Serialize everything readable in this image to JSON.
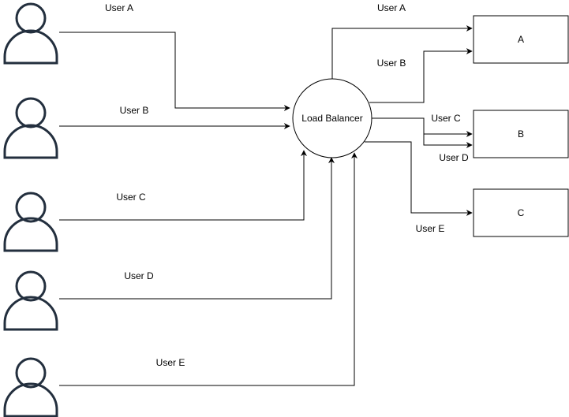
{
  "load_balancer": {
    "label": "Load Balancer"
  },
  "users": [
    {
      "id": "user-a",
      "edge_label": "User A"
    },
    {
      "id": "user-b",
      "edge_label": "User B"
    },
    {
      "id": "user-c",
      "edge_label": "User C"
    },
    {
      "id": "user-d",
      "edge_label": "User D"
    },
    {
      "id": "user-e",
      "edge_label": "User E"
    }
  ],
  "servers": [
    {
      "id": "server-a",
      "label": "A"
    },
    {
      "id": "server-b",
      "label": "B"
    },
    {
      "id": "server-c",
      "label": "C"
    }
  ],
  "outbound_labels": {
    "to_a_user_a": "User A",
    "to_a_user_b": "User B",
    "to_b_user_c": "User C",
    "to_b_user_d": "User D",
    "to_c_user_e": "User E"
  },
  "colors": {
    "user_icon": "#232f3e",
    "line": "#000000",
    "background": "#ffffff"
  },
  "icons": {
    "user": "user-icon",
    "arrow": "arrowhead"
  }
}
